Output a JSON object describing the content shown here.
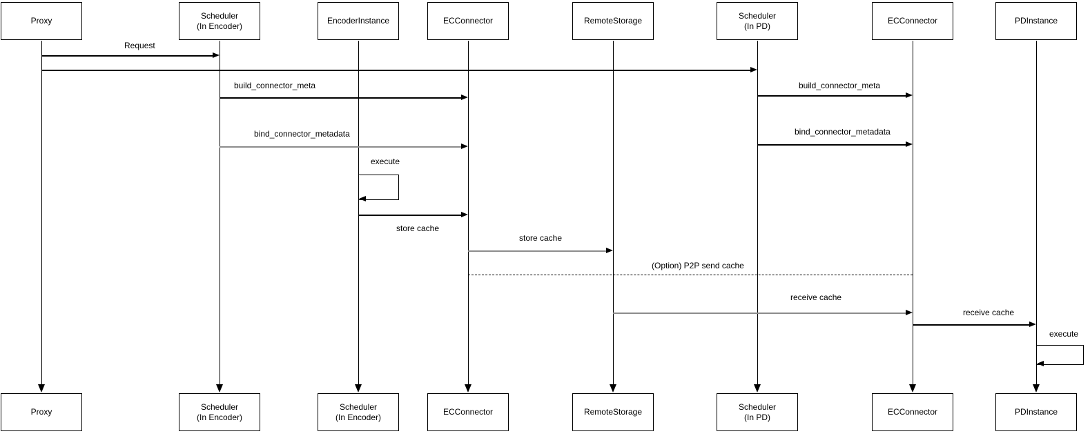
{
  "diagram": {
    "type": "sequence-diagram",
    "colors": {
      "background": "#ffffff",
      "line": "#000000",
      "secondary_line": "#8c8c8c",
      "text": "#000000"
    },
    "actors": [
      {
        "id": "proxy",
        "top_label": "Proxy",
        "bottom_label": "Proxy"
      },
      {
        "id": "scheduler-encoder",
        "top_label": "Scheduler\n(In Encoder)",
        "bottom_label": "Scheduler\n(In Encoder)"
      },
      {
        "id": "encoder-instance",
        "top_label": "EncoderInstance",
        "bottom_label": "Scheduler\n(In Encoder)"
      },
      {
        "id": "ec-connector-1",
        "top_label": "ECConnector",
        "bottom_label": "ECConnector"
      },
      {
        "id": "remote-storage",
        "top_label": "RemoteStorage",
        "bottom_label": "RemoteStorage"
      },
      {
        "id": "scheduler-pd",
        "top_label": "Scheduler\n(In PD)",
        "bottom_label": "Scheduler\n(In PD)"
      },
      {
        "id": "ec-connector-2",
        "top_label": "ECConnector",
        "bottom_label": "ECConnector"
      },
      {
        "id": "pd-instance",
        "top_label": "PDInstance",
        "bottom_label": "PDInstance"
      }
    ],
    "messages": [
      {
        "label": "Request",
        "from": "proxy",
        "to": "scheduler-encoder",
        "style": "solid-black"
      },
      {
        "label": "",
        "from": "proxy",
        "to": "scheduler-pd",
        "style": "solid-black"
      },
      {
        "label": "build_connector_meta",
        "from": "scheduler-encoder",
        "to": "ec-connector-1",
        "style": "solid-black"
      },
      {
        "label": "bind_connector_metadata",
        "from": "scheduler-encoder",
        "to": "ec-connector-1",
        "style": "solid-gray"
      },
      {
        "label": "execute",
        "from": "encoder-instance",
        "to": "encoder-instance",
        "style": "self-loop"
      },
      {
        "label": "store cache",
        "from": "encoder-instance",
        "to": "ec-connector-1",
        "style": "solid-black"
      },
      {
        "label": "store cache",
        "from": "ec-connector-1",
        "to": "remote-storage",
        "style": "solid-gray"
      },
      {
        "label": "(Option) P2P send cache",
        "from": "ec-connector-1",
        "to": "ec-connector-2",
        "style": "dashed-black-no-arrow"
      },
      {
        "label": "build_connector_meta",
        "from": "scheduler-pd",
        "to": "ec-connector-2",
        "style": "solid-black"
      },
      {
        "label": "bind_connector_metadata",
        "from": "scheduler-pd",
        "to": "ec-connector-2",
        "style": "solid-black"
      },
      {
        "label": "receive cache",
        "from": "remote-storage",
        "to": "ec-connector-2",
        "style": "solid-gray"
      },
      {
        "label": "receive cache",
        "from": "ec-connector-2",
        "to": "pd-instance",
        "style": "solid-black"
      },
      {
        "label": "execute",
        "from": "pd-instance",
        "to": "pd-instance",
        "style": "self-loop"
      }
    ]
  }
}
